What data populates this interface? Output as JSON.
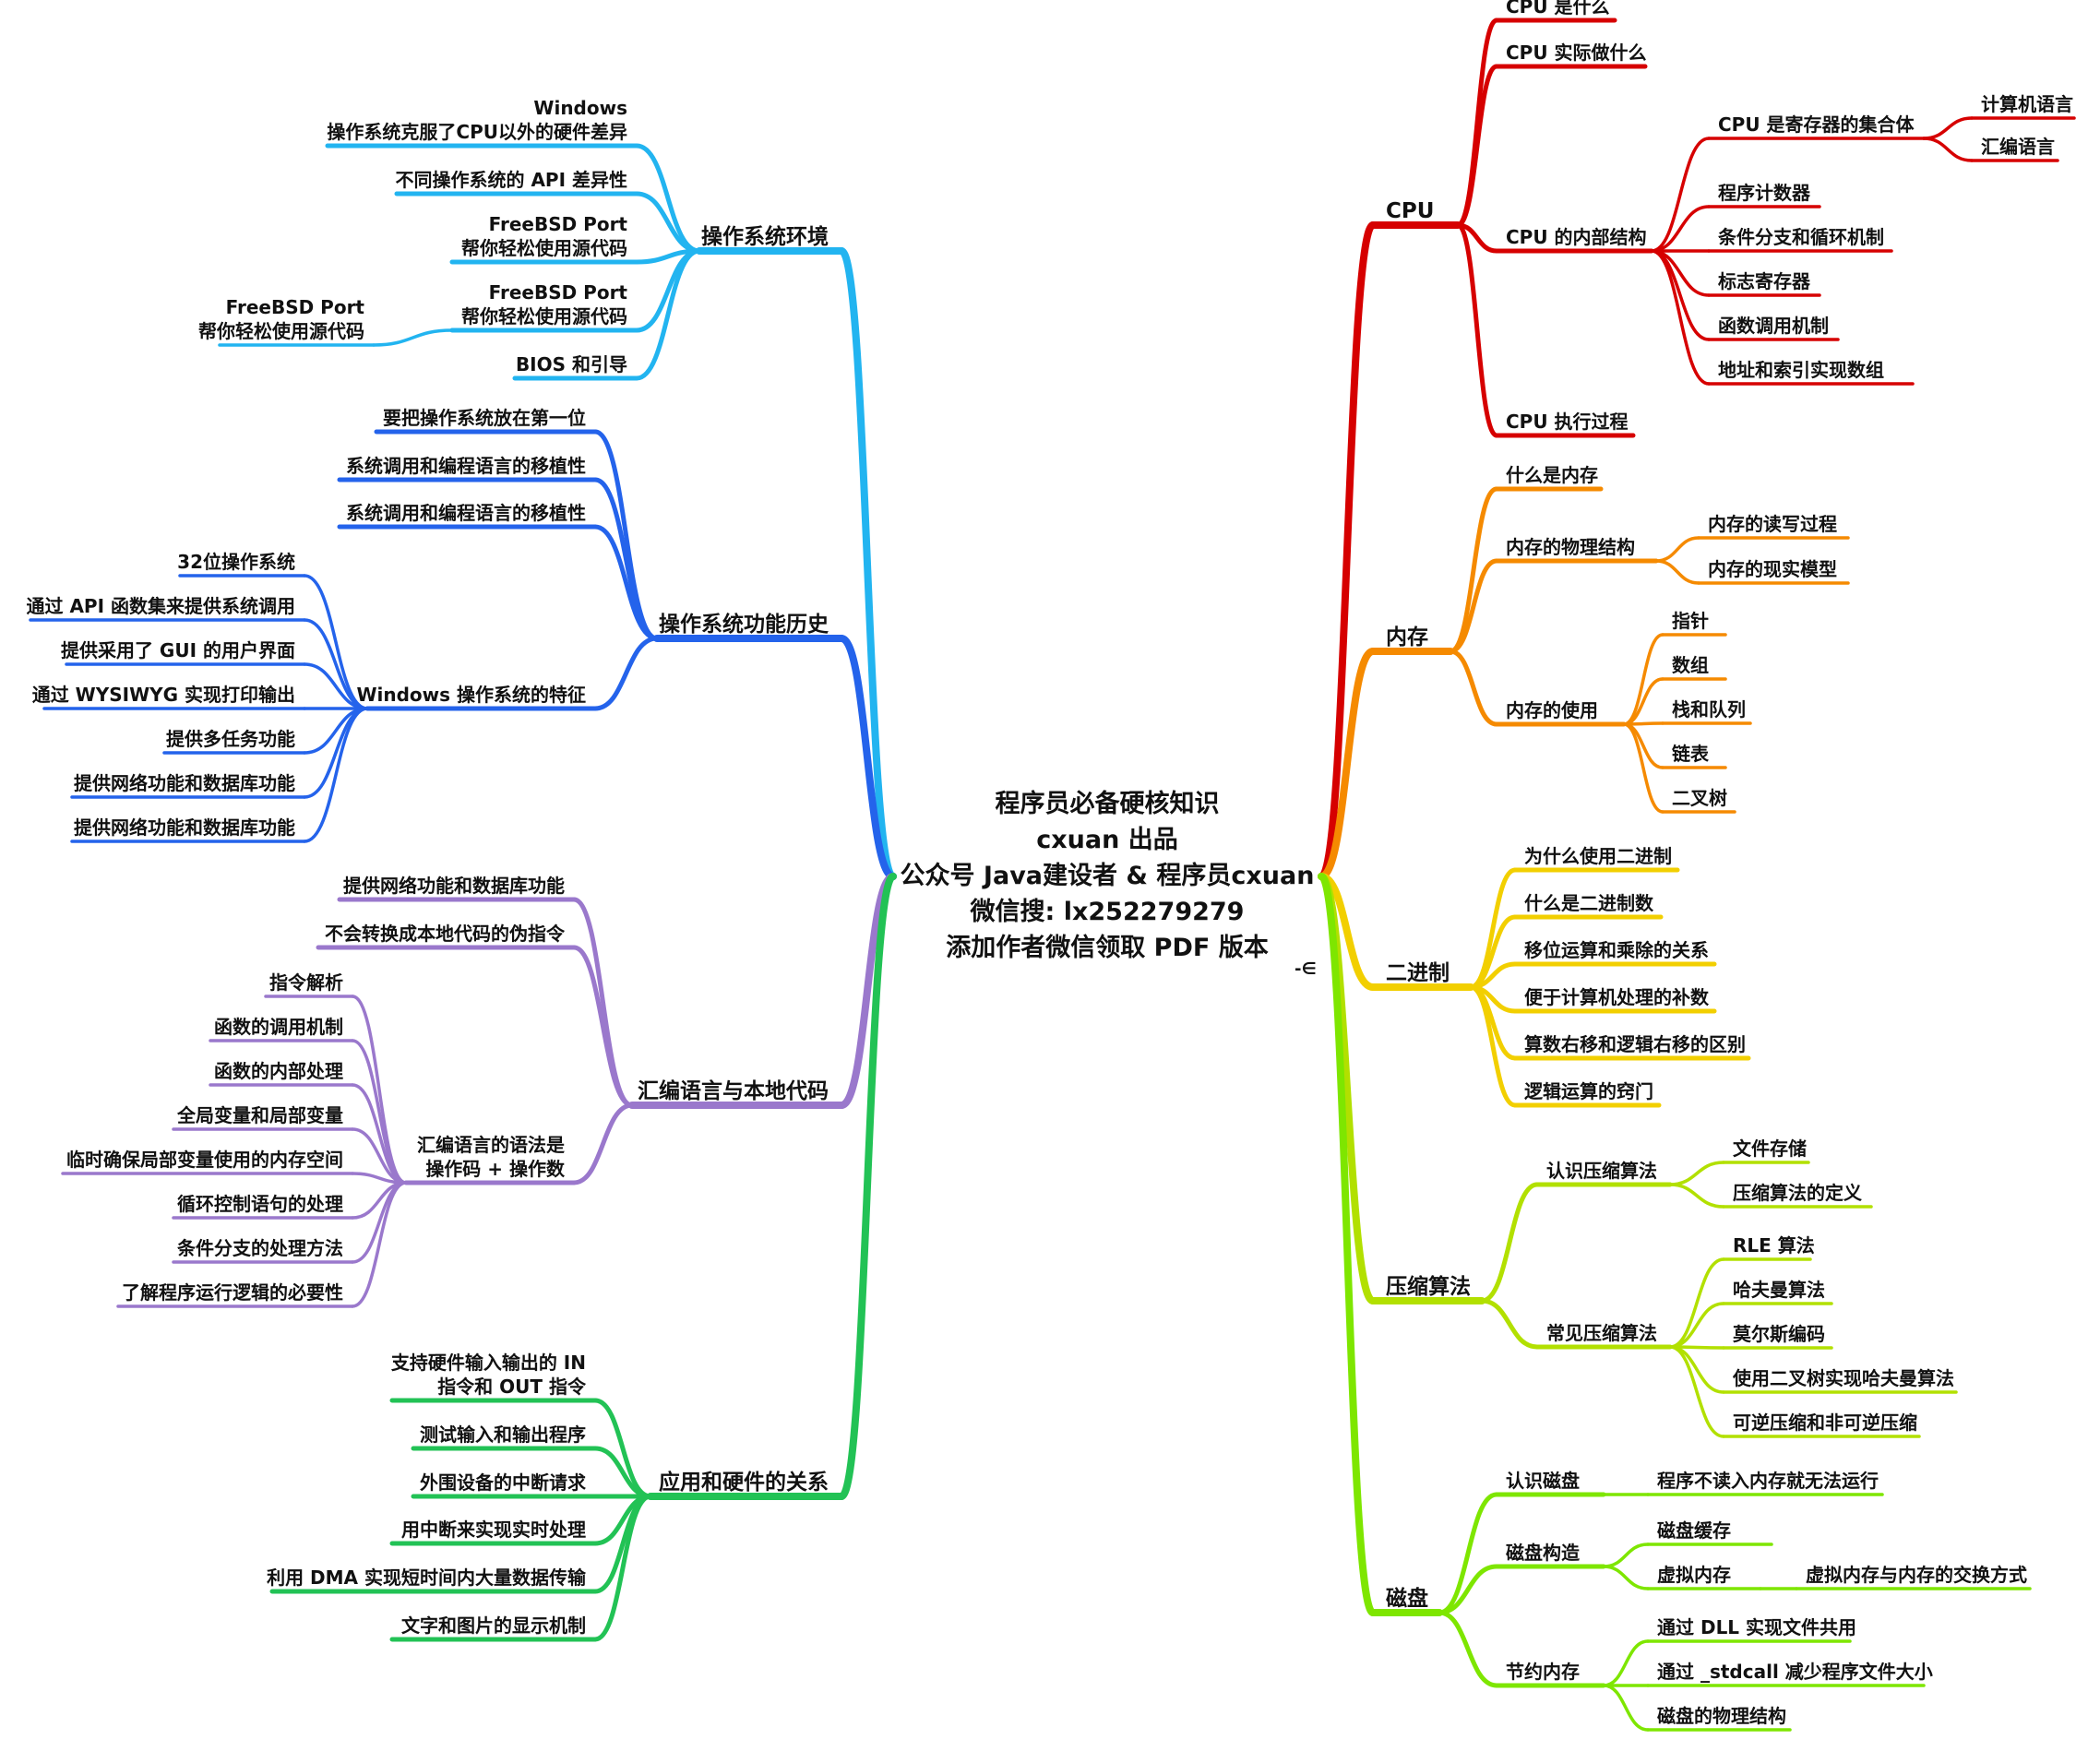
{
  "root": {
    "lines": [
      "程序员必备硬核知识",
      "cxuan 出品",
      "公众号 Java建设者 & 程序员cxuan",
      "微信搜: lx252279279",
      "添加作者微信领取 PDF 版本"
    ],
    "marker": "-∈"
  },
  "branches": [
    {
      "id": "cpu",
      "label": "CPU",
      "color": "#d60000",
      "children": [
        {
          "label": "CPU 是什么"
        },
        {
          "label": "CPU 实际做什么"
        },
        {
          "label": "CPU 的内部结构",
          "children": [
            {
              "label": "CPU 是寄存器的集合体",
              "children": [
                {
                  "label": "计算机语言"
                },
                {
                  "label": "汇编语言"
                }
              ]
            },
            {
              "label": "程序计数器"
            },
            {
              "label": "条件分支和循环机制"
            },
            {
              "label": "标志寄存器"
            },
            {
              "label": "函数调用机制"
            },
            {
              "label": "地址和索引实现数组"
            }
          ]
        },
        {
          "label": "CPU 执行过程"
        }
      ]
    },
    {
      "id": "memory",
      "label": "内存",
      "color": "#f58a00",
      "children": [
        {
          "label": "什么是内存"
        },
        {
          "label": "内存的物理结构",
          "children": [
            {
              "label": "内存的读写过程"
            },
            {
              "label": "内存的现实模型"
            }
          ]
        },
        {
          "label": "内存的使用",
          "children": [
            {
              "label": "指针"
            },
            {
              "label": "数组"
            },
            {
              "label": "栈和队列"
            },
            {
              "label": "链表"
            },
            {
              "label": "二叉树"
            }
          ]
        }
      ]
    },
    {
      "id": "binary",
      "label": "二进制",
      "color": "#f2cf00",
      "children": [
        {
          "label": "为什么使用二进制"
        },
        {
          "label": "什么是二进制数"
        },
        {
          "label": "移位运算和乘除的关系"
        },
        {
          "label": "便于计算机处理的补数"
        },
        {
          "label": "算数右移和逻辑右移的区别"
        },
        {
          "label": "逻辑运算的窍门"
        }
      ]
    },
    {
      "id": "compress",
      "label": "压缩算法",
      "color": "#b2e000",
      "children": [
        {
          "label": "认识压缩算法",
          "children": [
            {
              "label": "文件存储"
            },
            {
              "label": "压缩算法的定义"
            }
          ]
        },
        {
          "label": "常见压缩算法",
          "children": [
            {
              "label": "RLE 算法"
            },
            {
              "label": "哈夫曼算法"
            },
            {
              "label": "莫尔斯编码"
            },
            {
              "label": "使用二叉树实现哈夫曼算法"
            },
            {
              "label": "可逆压缩和非可逆压缩"
            }
          ]
        }
      ]
    },
    {
      "id": "disk",
      "label": "磁盘",
      "color": "#7ee600",
      "children": [
        {
          "label": "认识磁盘",
          "children": [
            {
              "label": "程序不读入内存就无法运行"
            }
          ]
        },
        {
          "label": "磁盘构造",
          "children": [
            {
              "label": "磁盘缓存"
            },
            {
              "label": "虚拟内存",
              "children": [
                {
                  "label": "虚拟内存与内存的交换方式"
                }
              ]
            }
          ]
        },
        {
          "label": "节约内存",
          "children": [
            {
              "label": "通过 DLL 实现文件共用"
            },
            {
              "label": "通过 _stdcall 减少程序文件大小"
            },
            {
              "label": "磁盘的物理结构"
            }
          ]
        }
      ]
    },
    {
      "id": "os-env",
      "label": "操作系统环境",
      "color": "#22b4f0",
      "children": [
        {
          "label": "Windows\n操作系统克服了CPU以外的硬件差异"
        },
        {
          "label": "不同操作系统的 API 差异性"
        },
        {
          "label": "FreeBSD Port\n帮你轻松使用源代码"
        },
        {
          "label": "FreeBSD Port\n帮你轻松使用源代码",
          "children": [
            {
              "label": "FreeBSD Port\n帮你轻松使用源代码"
            }
          ]
        },
        {
          "label": "BIOS 和引导"
        }
      ]
    },
    {
      "id": "os-history",
      "label": "操作系统功能历史",
      "color": "#2463eb",
      "children": [
        {
          "label": "要把操作系统放在第一位"
        },
        {
          "label": "系统调用和编程语言的移植性"
        },
        {
          "label": "系统调用和编程语言的移植性"
        },
        {
          "label": "Windows 操作系统的特征",
          "children": [
            {
              "label": "32位操作系统"
            },
            {
              "label": "通过 API 函数集来提供系统调用"
            },
            {
              "label": "提供采用了 GUI 的用户界面"
            },
            {
              "label": "通过 WYSIWYG 实现打印输出"
            },
            {
              "label": "提供多任务功能"
            },
            {
              "label": "提供网络功能和数据库功能"
            },
            {
              "label": "提供网络功能和数据库功能"
            }
          ]
        }
      ]
    },
    {
      "id": "asm",
      "label": "汇编语言与本地代码",
      "color": "#9a78cc",
      "children": [
        {
          "label": "提供网络功能和数据库功能"
        },
        {
          "label": "不会转换成本地代码的伪指令"
        },
        {
          "label": "汇编语言的语法是\n操作码 + 操作数",
          "children": [
            {
              "label": "指令解析"
            },
            {
              "label": "函数的调用机制"
            },
            {
              "label": "函数的内部处理"
            },
            {
              "label": "全局变量和局部变量"
            },
            {
              "label": "临时确保局部变量使用的内存空间"
            },
            {
              "label": "循环控制语句的处理"
            },
            {
              "label": "条件分支的处理方法"
            },
            {
              "label": "了解程序运行逻辑的必要性"
            }
          ]
        }
      ]
    },
    {
      "id": "app-hw",
      "label": "应用和硬件的关系",
      "color": "#22c255",
      "children": [
        {
          "label": "支持硬件输入输出的 IN\n指令和 OUT 指令"
        },
        {
          "label": "测试输入和输出程序"
        },
        {
          "label": "外围设备的中断请求"
        },
        {
          "label": "用中断来实现实时处理"
        },
        {
          "label": "利用 DMA 实现短时间内大量数据传输"
        },
        {
          "label": "文字和图片的显示机制"
        }
      ]
    }
  ]
}
